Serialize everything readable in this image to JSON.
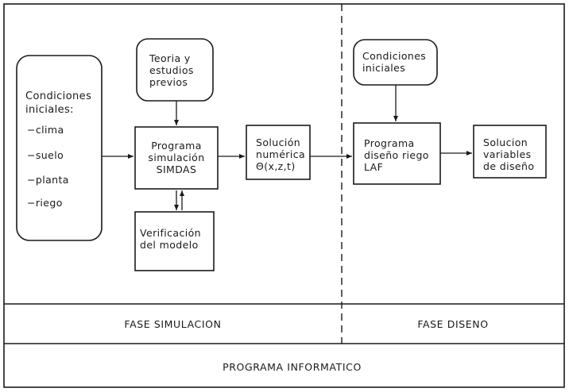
{
  "diagram": {
    "initial_conditions": {
      "title": "Condiciones\niniciales:",
      "items": [
        "−clima",
        "−suelo",
        "−planta",
        "−riego"
      ]
    },
    "theory": "Teoria y\nestudios\nprevios",
    "simulation_program": "Programa\nsimulación\nSIMDAS",
    "verification": "Verificación\ndel modelo",
    "numeric_solution": "Solución\nnumérica\nΘ(x,z,t)",
    "design_initial_conditions": "Condiciones\niniciales",
    "design_program": "Programa\ndiseño riego\nLAF",
    "design_solution": "Solucion\nvariables\nde diseño",
    "phase_simulation": "FASE SIMULACION",
    "phase_design": "FASE DISENO",
    "program_label": "PROGRAMA INFORMATICO"
  }
}
